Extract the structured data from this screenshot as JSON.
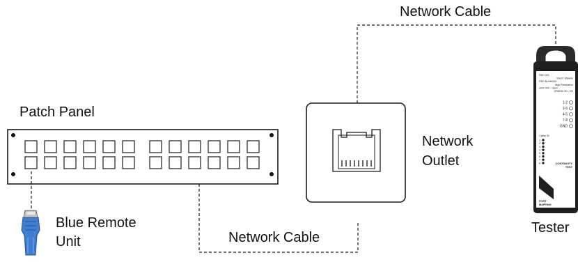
{
  "labels": {
    "patch_panel": "Patch Panel",
    "remote_line1": "Blue Remote",
    "remote_line2": "Unit",
    "cable_top": "Network Cable",
    "cable_bottom": "Network Cable",
    "outlet_line1": "Network",
    "outlet_line2": "Outlet",
    "tester": "Tester"
  },
  "tester": {
    "legend": [
      "RED ON -",
      "Short / Miswire",
      "RED BLINKING -",
      "High Resistance",
      "LED OFF -   Open",
      "GREEN ON -    OK"
    ],
    "continuity_pairs": [
      "1-2",
      "3-6",
      "4-5",
      "7-8",
      "GND"
    ],
    "cable_id_label": "Cable ID",
    "cable_ids": [
      "1",
      "2",
      "3",
      "4",
      "5",
      "6",
      "7",
      "8"
    ],
    "continuity_test_label_1": "CONTINUITY",
    "continuity_test_label_2": "TEST",
    "port_mapping_label_1": "PORT",
    "port_mapping_label_2": "MAPPING"
  },
  "patch_panel": {
    "ports_per_row_group": 6,
    "groups": 2,
    "rows": 2
  },
  "colors": {
    "line": "#1a1a1a",
    "remote_blue": "#3f7fd1",
    "tester_body": "#1f1f1f"
  }
}
